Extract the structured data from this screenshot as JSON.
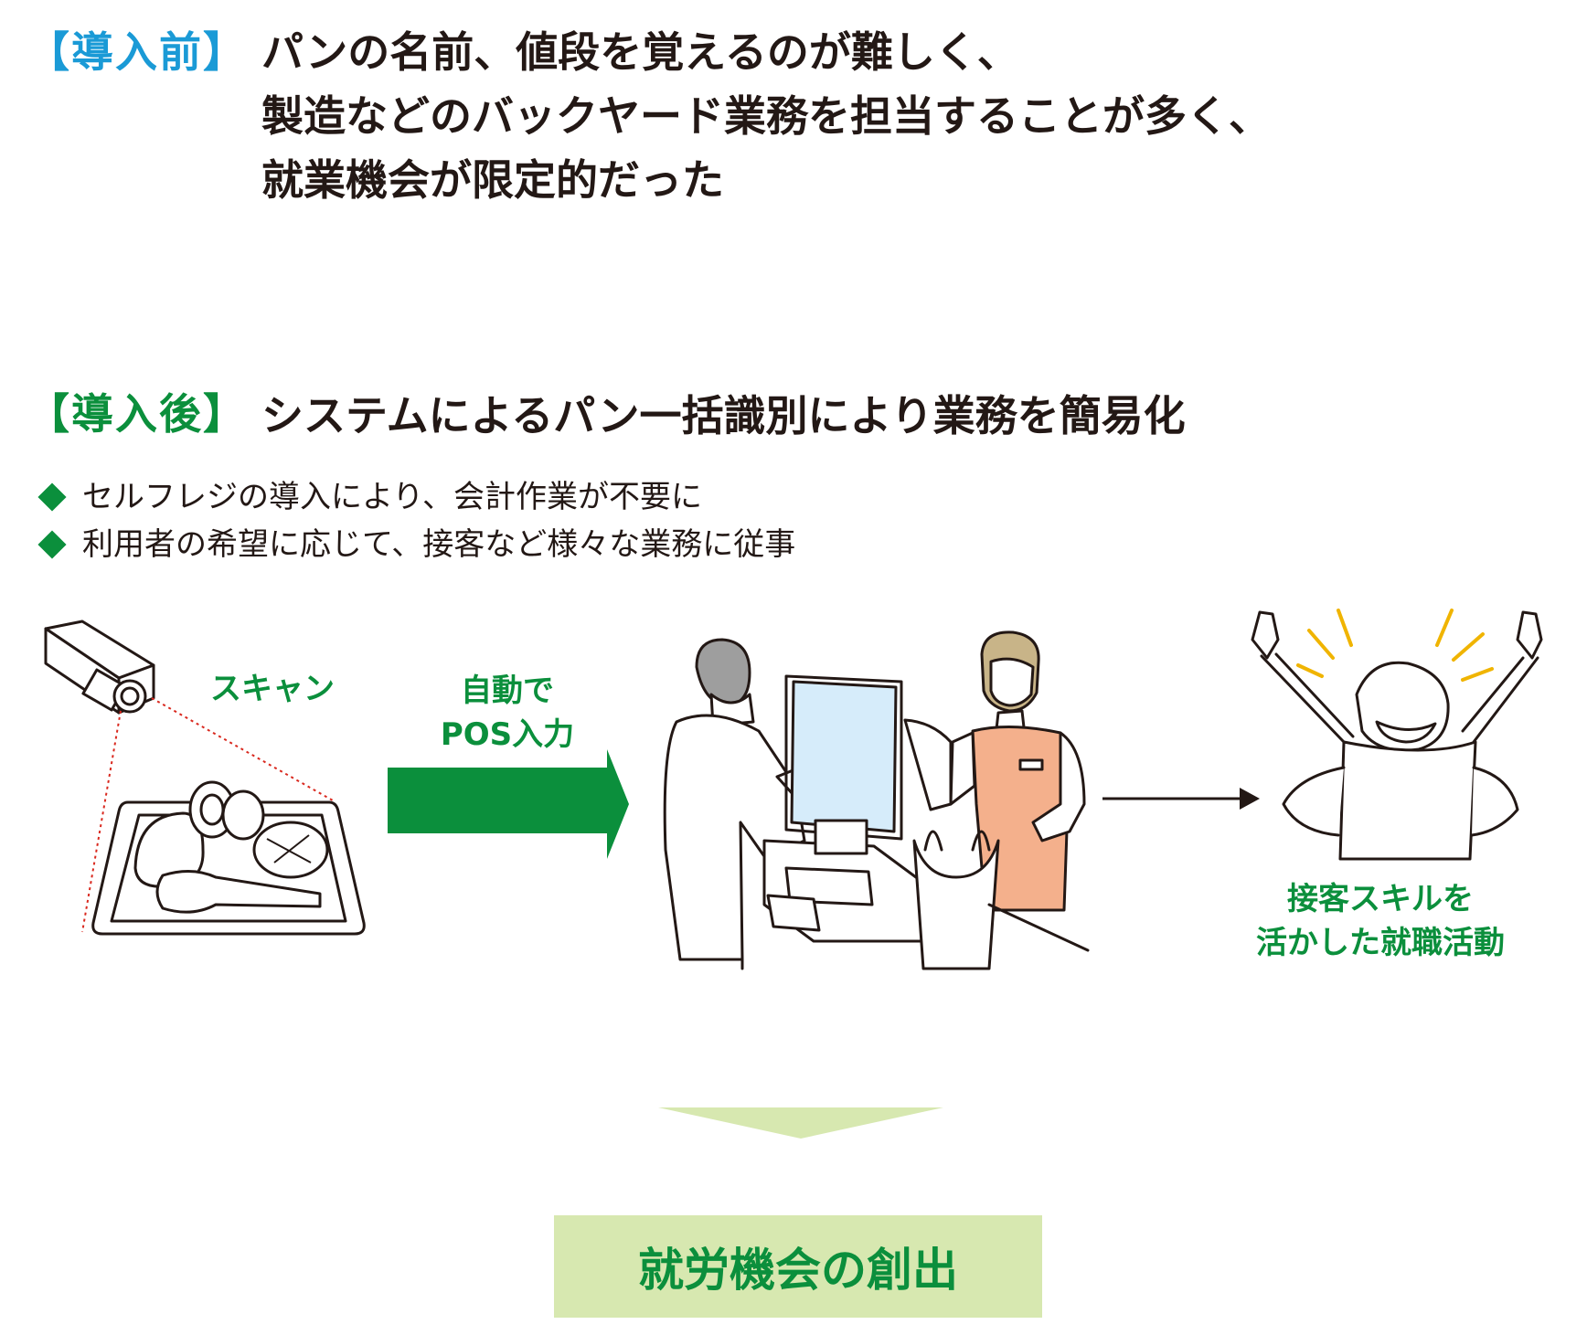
{
  "before": {
    "tag": "【導入前】",
    "lines": [
      "パンの名前、値段を覚えるのが難しく、",
      "製造などのバックヤード業務を担当することが多く、",
      "就業機会が限定的だった"
    ]
  },
  "after": {
    "tag": "【導入後】",
    "headline": "システムによるパン一括識別により業務を簡易化",
    "bullets": [
      "セルフレジの導入により、会計作業が不要に",
      "利用者の希望に応じて、接客など様々な業務に従事"
    ]
  },
  "flow": {
    "scan_label": "スキャン",
    "auto_label_line1": "自動で",
    "auto_label_line2": "POS入力",
    "skill_label_line1": "接客スキルを",
    "skill_label_line2": "活かした就職活動"
  },
  "result": {
    "label": "就労機会の創出"
  },
  "colors": {
    "before_accent": "#1a9ad6",
    "after_accent": "#0b8f3c",
    "result_box": "#d7e8b0",
    "down_arrow": "#d7e8b0"
  },
  "icons": [
    "camera-icon",
    "bread-tray-icon",
    "self-checkout-illustration",
    "cheering-person-icon"
  ]
}
